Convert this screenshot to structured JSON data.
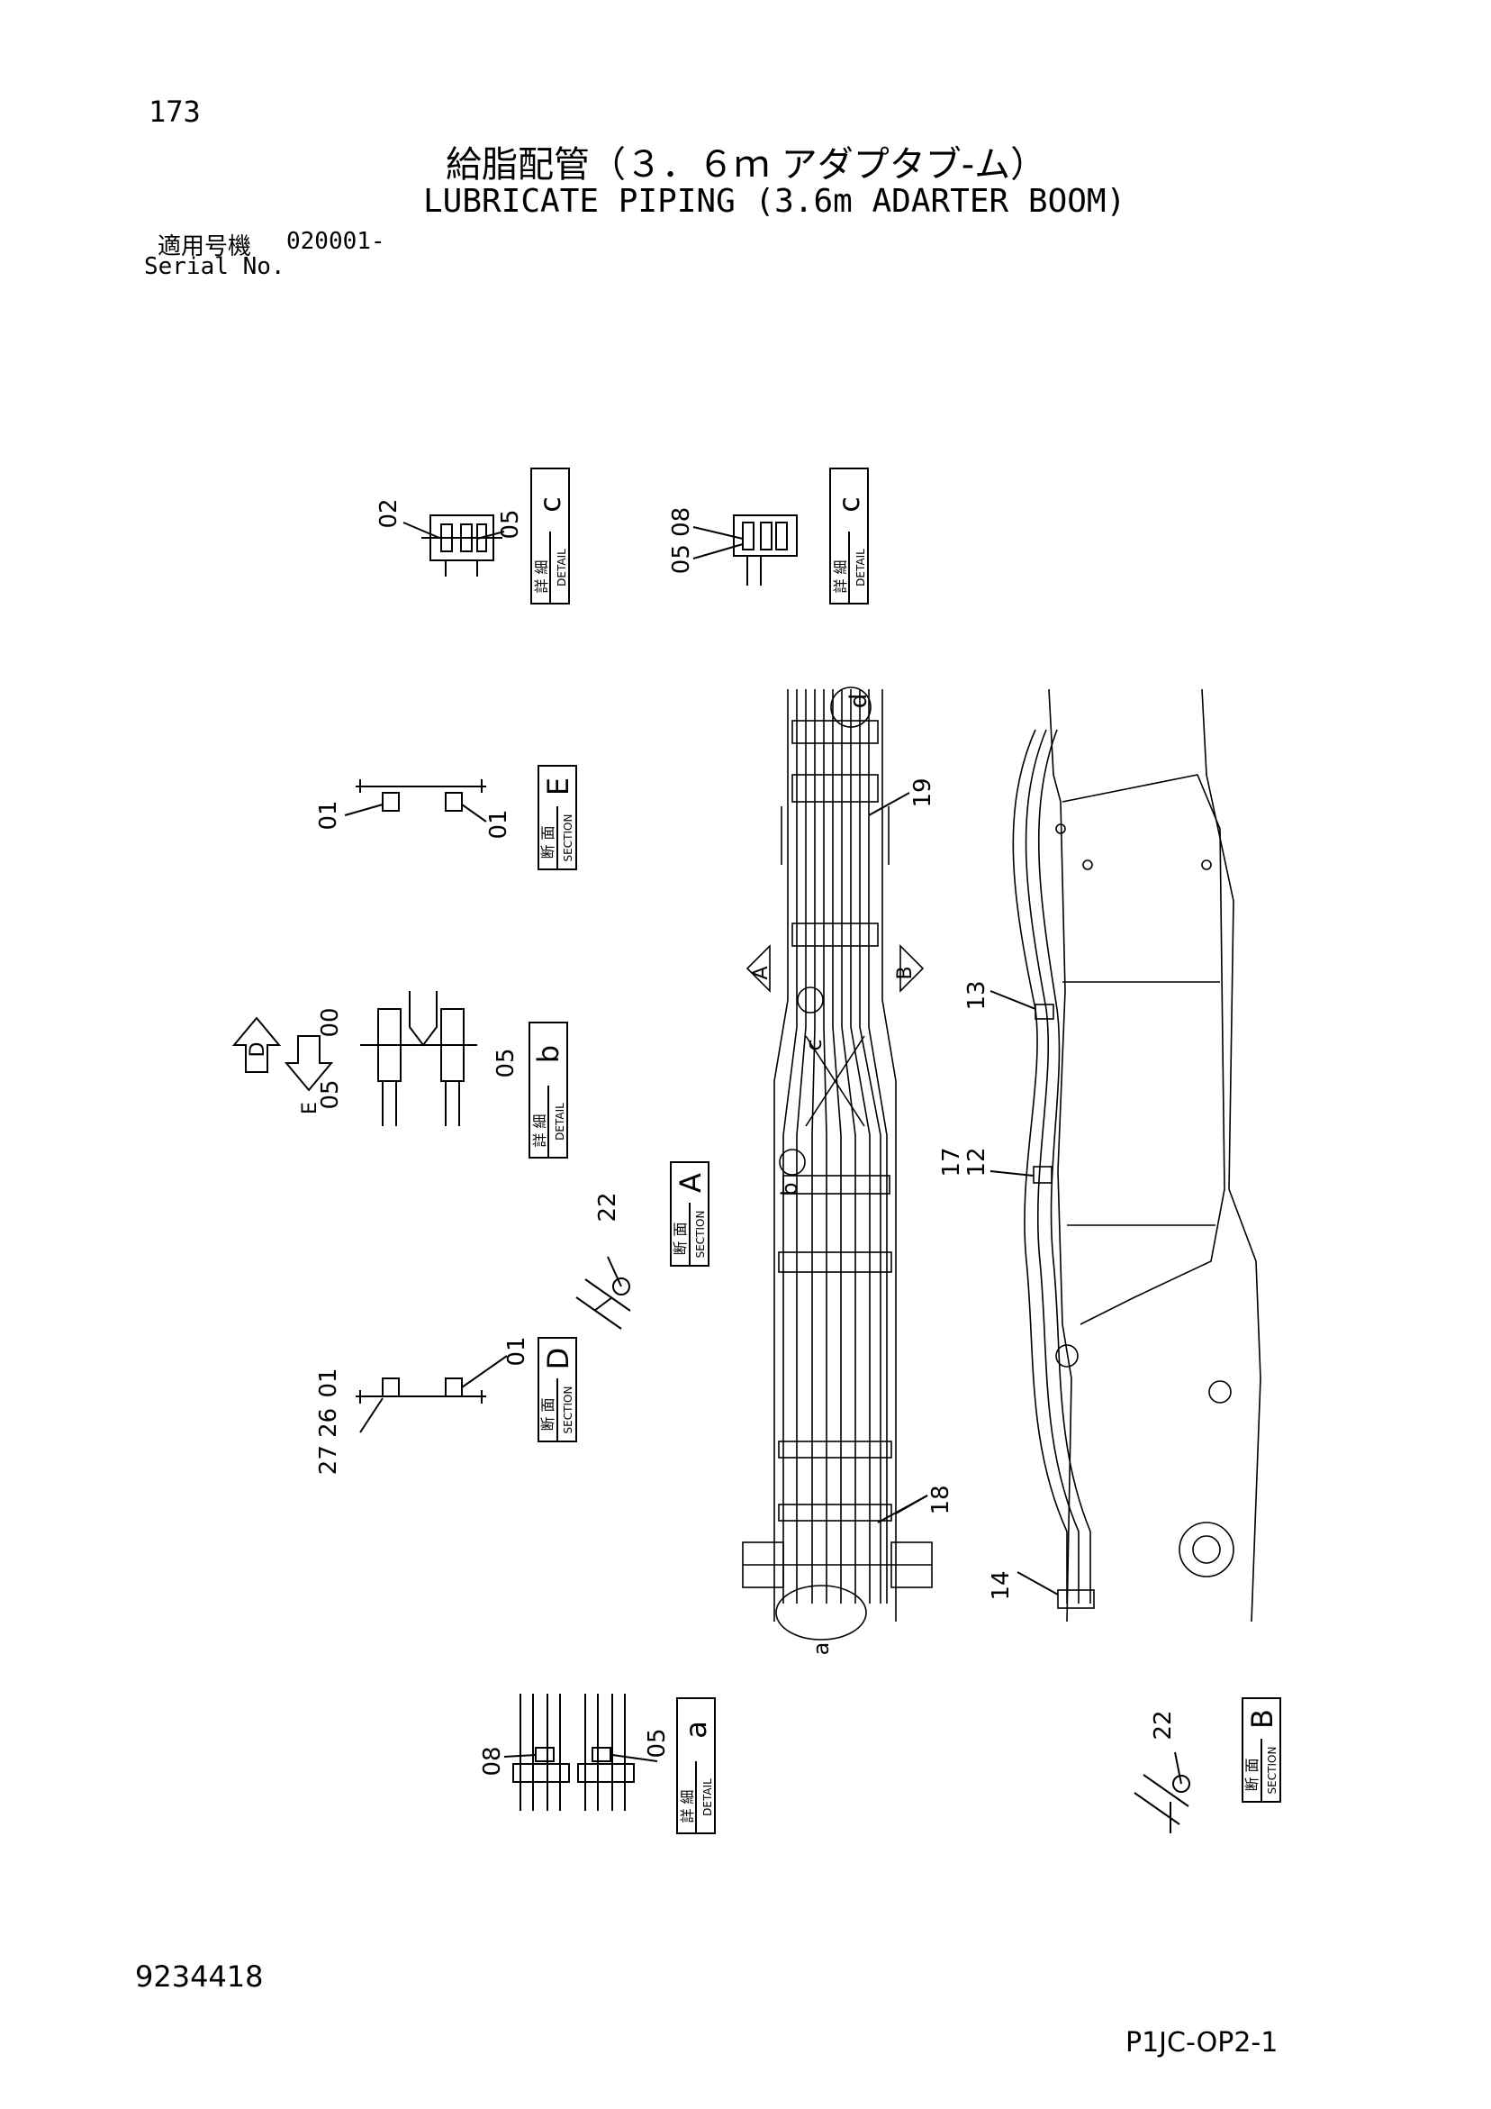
{
  "header": {
    "page_number": "173",
    "title_jp": "給脂配管（３．６ｍ アダプタブ-ム）",
    "title_en": "LUBRICATE PIPING (3.6m ADARTER BOOM)",
    "serial_label_jp": "適用号機",
    "serial_value": "020001-",
    "serial_label_en": "Serial No."
  },
  "views": {
    "detail_c1": {
      "letter": "c",
      "jp": "詳 細",
      "en": "DETAIL",
      "parts": [
        "02",
        "05"
      ]
    },
    "detail_c2": {
      "letter": "c",
      "jp": "詳 細",
      "en": "DETAIL",
      "parts": [
        "05 08"
      ]
    },
    "section_e": {
      "letter": "E",
      "jp": "断 面",
      "en": "SECTION",
      "parts": [
        "01",
        "01"
      ]
    },
    "detail_b": {
      "letter": "b",
      "jp": "詳 細",
      "en": "DETAIL",
      "parts": [
        "00",
        "05",
        "05"
      ]
    },
    "section_a": {
      "letter": "A",
      "jp": "断 面",
      "en": "SECTION",
      "parts": [
        "22"
      ]
    },
    "section_d": {
      "letter": "D",
      "jp": "断 面",
      "en": "SECTION",
      "parts": [
        "01",
        "01",
        "27 26"
      ]
    },
    "detail_a": {
      "letter": "a",
      "jp": "詳 細",
      "en": "DETAIL",
      "parts": [
        "08",
        "05"
      ]
    },
    "section_b": {
      "letter": "B",
      "jp": "断 面",
      "en": "SECTION",
      "parts": [
        "22"
      ]
    }
  },
  "view_arrows": {
    "a": "A",
    "b": "B",
    "d": "D",
    "e": "E"
  },
  "callouts": {
    "c19": "19",
    "c13": "13",
    "c17": "17",
    "c12": "12",
    "c18": "18",
    "c14": "14",
    "d_label": "d",
    "c_label": "c",
    "b_label": "b",
    "a_label": "a"
  },
  "footer": {
    "doc_number": "9234418",
    "page_code": "P1JC-OP2-1"
  }
}
